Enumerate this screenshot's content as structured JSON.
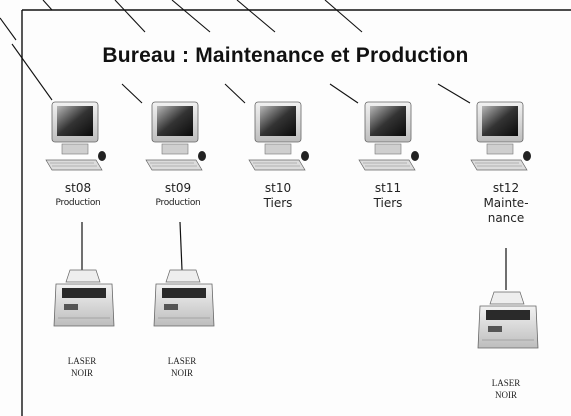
{
  "title": "Bureau : Maintenance et Production",
  "stations": [
    {
      "name": "st08",
      "role": "Production"
    },
    {
      "name": "st09",
      "role": "Production"
    },
    {
      "name": "st10",
      "role": "Tiers"
    },
    {
      "name": "st11",
      "role": "Tiers"
    },
    {
      "name": "st12",
      "role_line1": "Mainte-",
      "role_line2": "nance"
    }
  ],
  "printers": [
    {
      "line1": "LASER",
      "line2": "NOIR"
    },
    {
      "line1": "LASER",
      "line2": "NOIR"
    },
    {
      "line1": "LASER",
      "line2": "NOIR"
    }
  ],
  "icons": {
    "workstation": "workstation-icon",
    "printer": "laser-printer-icon"
  }
}
